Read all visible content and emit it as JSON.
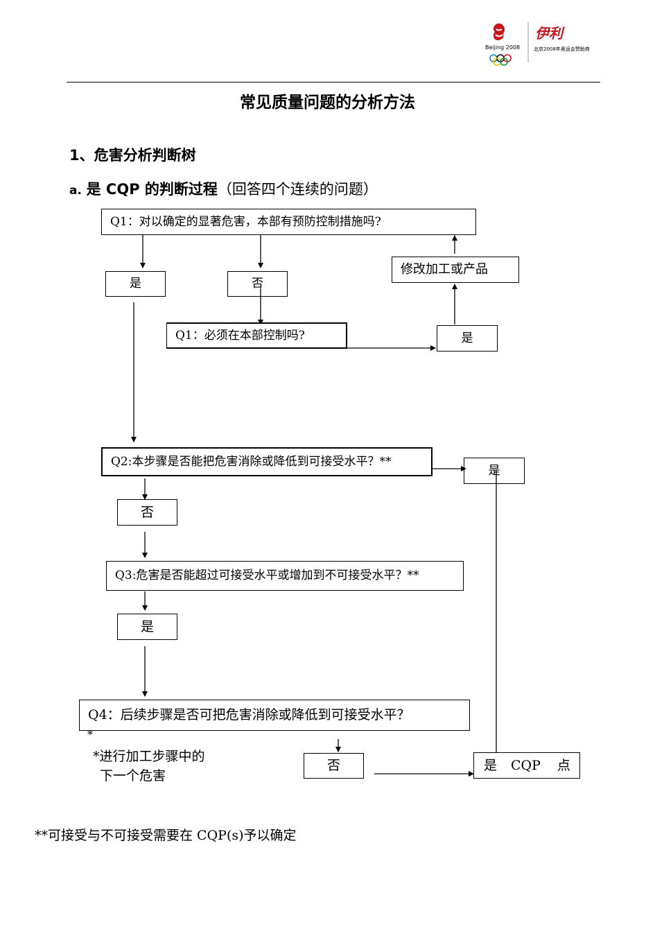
{
  "header": {
    "logo_alt": "Beijing 2008 / 伊利",
    "logo_text_left": "Beijing 2008",
    "logo_text_right": "伊利",
    "logo_subtext": "北京2008年奥运会赞助商"
  },
  "page": {
    "title": "常见质量问题的分析方法",
    "section1": "1、危害分析判断树",
    "section_a_prefix": "a.",
    "section_a_bold": "是 CQP 的判断过程",
    "section_a_rest": "（回答四个连续的问题）"
  },
  "flow": {
    "q1": "Q1：对以确定的显著危害，本部有预防控制措施吗?",
    "q1_yes": "是",
    "q1_no": "否",
    "q1b": "Q1：必须在本部控制吗?",
    "q1b_yes": "是",
    "modify": "修改加工或产品",
    "q2": "Q2:本步骤是否能把危害消除或降低到可接受水平？**",
    "q2_no": "否",
    "q2_yes": "是",
    "q3": "Q3:危害是否能超过可接受水平或增加到不可接受水平？**",
    "q3_yes": "是",
    "q4": "Q4：后续步骤是否可把危害消除或降低到可接受水平？",
    "q4_no": "否",
    "cqp_a": "是",
    "cqp_b": "CQP",
    "cqp_c": "点",
    "star": "*",
    "note_line1": "*进行加工步骤中的",
    "note_line2": "下一个危害"
  },
  "footer": {
    "note": "**可接受与不可接受需要在 CQP(s)予以确定"
  }
}
